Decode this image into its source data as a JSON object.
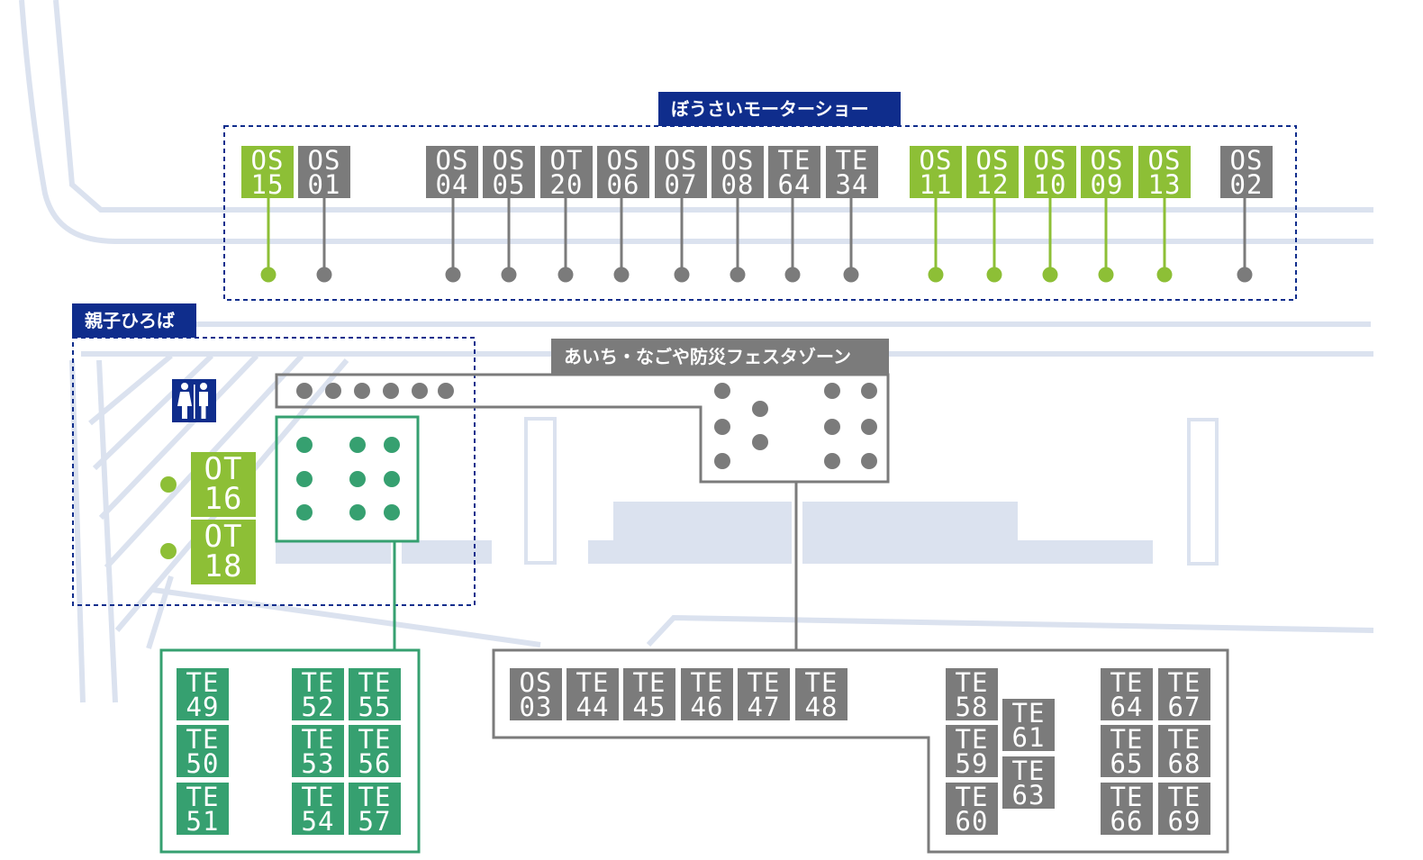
{
  "colors": {
    "grey": "#7b7b7b",
    "lime": "#8dbf36",
    "green": "#36a070",
    "navy": "#0f2d8c",
    "road": "#dbe2ef",
    "road_line": "#c9d3e6"
  },
  "areas": {
    "motor_show": {
      "label": "ぼうさいモーターショー"
    },
    "kids_plaza": {
      "label": "親子ひろば"
    },
    "festa_zone": {
      "label": "あいち・なごや防災フェスタゾーン"
    }
  },
  "restroom": {
    "icon": "restroom-icon"
  },
  "booths": [
    {
      "code": "OS",
      "num": "15",
      "color": "lime"
    },
    {
      "code": "OS",
      "num": "01",
      "color": "grey"
    },
    {
      "code": "OS",
      "num": "04",
      "color": "grey"
    },
    {
      "code": "OS",
      "num": "05",
      "color": "grey"
    },
    {
      "code": "OT",
      "num": "20",
      "color": "grey"
    },
    {
      "code": "OS",
      "num": "06",
      "color": "grey"
    },
    {
      "code": "OS",
      "num": "07",
      "color": "grey"
    },
    {
      "code": "OS",
      "num": "08",
      "color": "grey"
    },
    {
      "code": "TE",
      "num": "64",
      "color": "grey"
    },
    {
      "code": "TE",
      "num": "34",
      "color": "grey"
    },
    {
      "code": "OS",
      "num": "11",
      "color": "lime"
    },
    {
      "code": "OS",
      "num": "12",
      "color": "lime"
    },
    {
      "code": "OS",
      "num": "10",
      "color": "lime"
    },
    {
      "code": "OS",
      "num": "09",
      "color": "lime"
    },
    {
      "code": "OS",
      "num": "13",
      "color": "lime"
    },
    {
      "code": "OS",
      "num": "02",
      "color": "grey"
    },
    {
      "code": "OT",
      "num": "16",
      "color": "lime"
    },
    {
      "code": "OT",
      "num": "18",
      "color": "lime"
    },
    {
      "code": "TE",
      "num": "49",
      "color": "green"
    },
    {
      "code": "TE",
      "num": "52",
      "color": "green"
    },
    {
      "code": "TE",
      "num": "55",
      "color": "green"
    },
    {
      "code": "TE",
      "num": "50",
      "color": "green"
    },
    {
      "code": "TE",
      "num": "53",
      "color": "green"
    },
    {
      "code": "TE",
      "num": "56",
      "color": "green"
    },
    {
      "code": "TE",
      "num": "51",
      "color": "green"
    },
    {
      "code": "TE",
      "num": "54",
      "color": "green"
    },
    {
      "code": "TE",
      "num": "57",
      "color": "green"
    },
    {
      "code": "OS",
      "num": "03",
      "color": "grey"
    },
    {
      "code": "TE",
      "num": "44",
      "color": "grey"
    },
    {
      "code": "TE",
      "num": "45",
      "color": "grey"
    },
    {
      "code": "TE",
      "num": "46",
      "color": "grey"
    },
    {
      "code": "TE",
      "num": "47",
      "color": "grey"
    },
    {
      "code": "TE",
      "num": "48",
      "color": "grey"
    },
    {
      "code": "TE",
      "num": "58",
      "color": "grey"
    },
    {
      "code": "TE",
      "num": "61",
      "color": "grey"
    },
    {
      "code": "TE",
      "num": "59",
      "color": "grey"
    },
    {
      "code": "TE",
      "num": "63",
      "color": "grey"
    },
    {
      "code": "TE",
      "num": "60",
      "color": "grey"
    },
    {
      "code": "TE",
      "num": "64",
      "color": "grey"
    },
    {
      "code": "TE",
      "num": "67",
      "color": "grey"
    },
    {
      "code": "TE",
      "num": "65",
      "color": "grey"
    },
    {
      "code": "TE",
      "num": "68",
      "color": "grey"
    },
    {
      "code": "TE",
      "num": "66",
      "color": "grey"
    },
    {
      "code": "TE",
      "num": "69",
      "color": "grey"
    }
  ]
}
